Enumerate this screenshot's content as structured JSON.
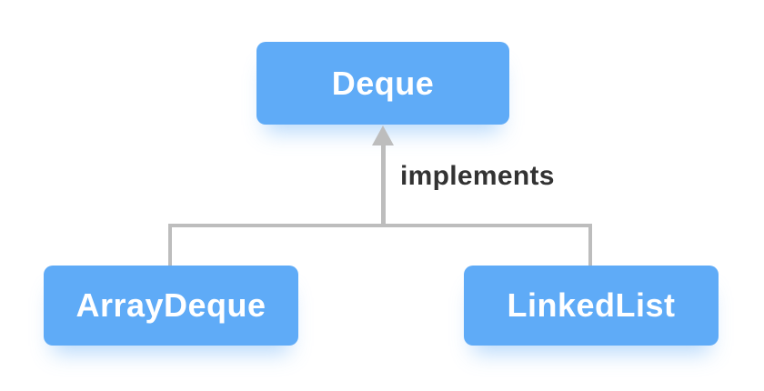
{
  "diagram": {
    "nodes": [
      {
        "id": "deque",
        "label": "Deque",
        "role": "interface"
      },
      {
        "id": "arraydeque",
        "label": "ArrayDeque",
        "role": "class"
      },
      {
        "id": "linkedlist",
        "label": "LinkedList",
        "role": "class"
      }
    ],
    "edge": {
      "label": "implements"
    },
    "colors": {
      "node_fill": "#5FABF7",
      "node_text": "#FFFFFF",
      "connector": "#BDBDBD",
      "edge_label_text": "#333333",
      "background": "#FFFFFF"
    }
  }
}
